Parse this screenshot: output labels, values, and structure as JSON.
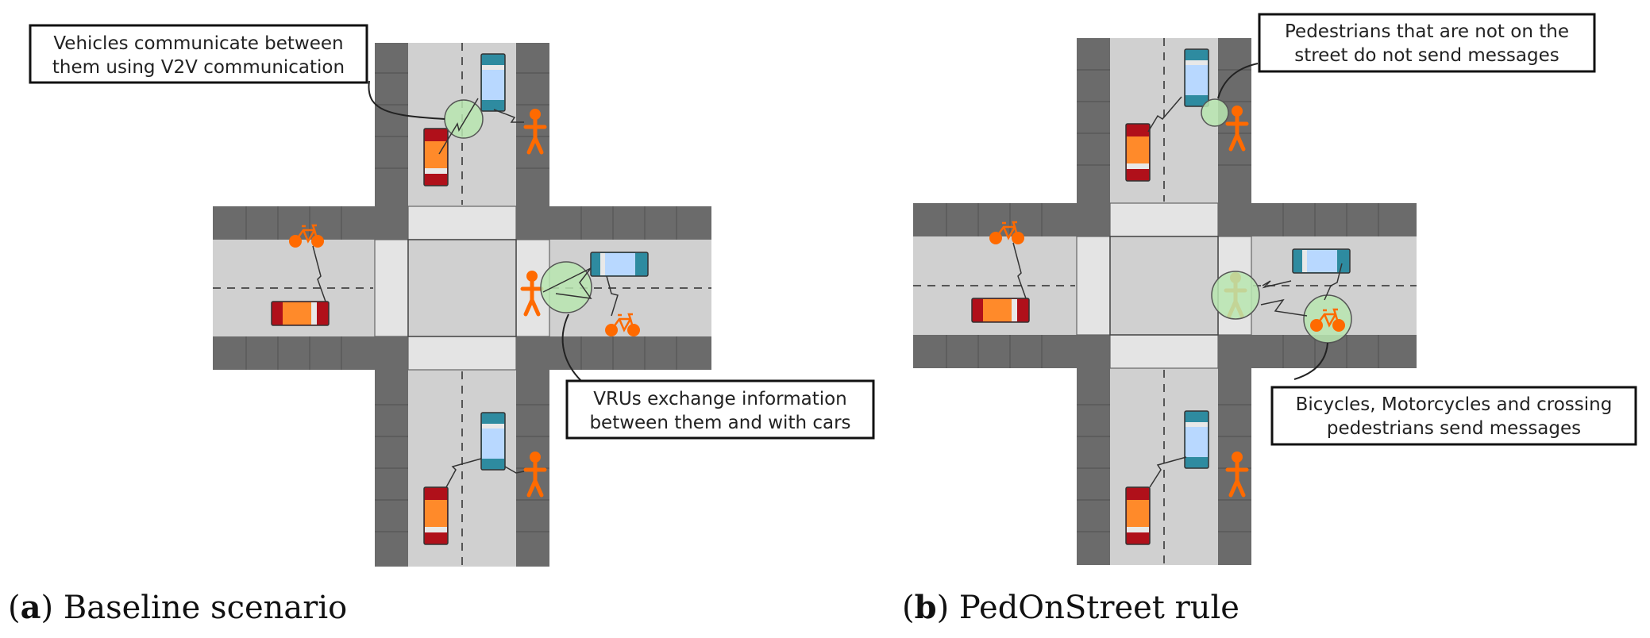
{
  "panels": [
    {
      "caption_letter": "a",
      "caption_text": "Baseline scenario",
      "callouts": [
        {
          "lines": [
            "Vehicles communicate between",
            "them using V2V communication"
          ]
        },
        {
          "lines": [
            "VRUs exchange information",
            "between them and with cars"
          ]
        }
      ]
    },
    {
      "caption_letter": "b",
      "caption_text": "PedOnStreet rule",
      "callouts": [
        {
          "lines": [
            "Pedestrians that are not on the",
            "street do not send messages"
          ]
        },
        {
          "lines": [
            "Bicycles, Motorcycles and crossing",
            "pedestrians send messages"
          ]
        }
      ]
    }
  ],
  "colors": {
    "sidewalk": "#6b6b6b",
    "road": "#d0d0d0",
    "crosswalk": "#e4e4e4",
    "car_red": "#b0101a",
    "car_orange": "#ff8a2a",
    "car_teal": "#2e8ba0",
    "car_lightblue": "#b8d8ff",
    "vru_orange": "#ff6a00",
    "comm_circle": "#b8e6b0"
  }
}
